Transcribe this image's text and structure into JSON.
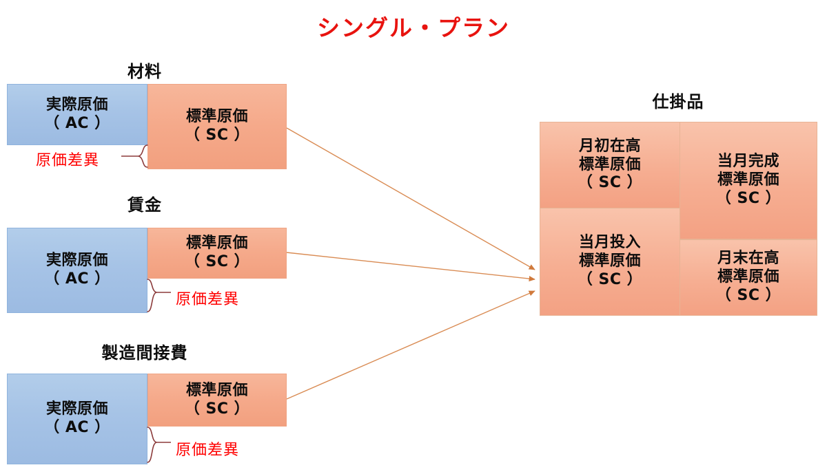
{
  "title": "シングル・プラン",
  "colors": {
    "title_red": "#E8130F",
    "actual_cost_blue": "#A6C3E6",
    "standard_cost_orange": "#F5A98A",
    "wip_orange": "#F6AE92",
    "variance_red": "#FF0000",
    "arrow_orange": "#D98B53",
    "brace_maroon": "#8B3A3A"
  },
  "cost_groups": [
    {
      "header": "材料",
      "actual_cost": {
        "line1": "実際原価",
        "line2": "（ AC ）"
      },
      "standard_cost": {
        "line1": "標準原価",
        "line2": "（ SC ）"
      },
      "variance_label": "原価差異"
    },
    {
      "header": "賃金",
      "actual_cost": {
        "line1": "実際原価",
        "line2": "（ AC ）"
      },
      "standard_cost": {
        "line1": "標準原価",
        "line2": "（ SC ）"
      },
      "variance_label": "原価差異"
    },
    {
      "header": "製造間接費",
      "actual_cost": {
        "line1": "実際原価",
        "line2": "（ AC ）"
      },
      "standard_cost": {
        "line1": "標準原価",
        "line2": "（ SC ）"
      },
      "variance_label": "原価差異"
    }
  ],
  "wip": {
    "header": "仕掛品",
    "cells": [
      {
        "line1": "月初在高",
        "line2": "標準原価",
        "line3": "（ SC ）"
      },
      {
        "line1": "当月完成",
        "line2": "標準原価",
        "line3": "（ SC ）"
      },
      {
        "line1": "当月投入",
        "line2": "標準原価",
        "line3": "（ SC ）"
      },
      {
        "line1": "月末在高",
        "line2": "標準原価",
        "line3": "（ SC ）"
      }
    ]
  }
}
